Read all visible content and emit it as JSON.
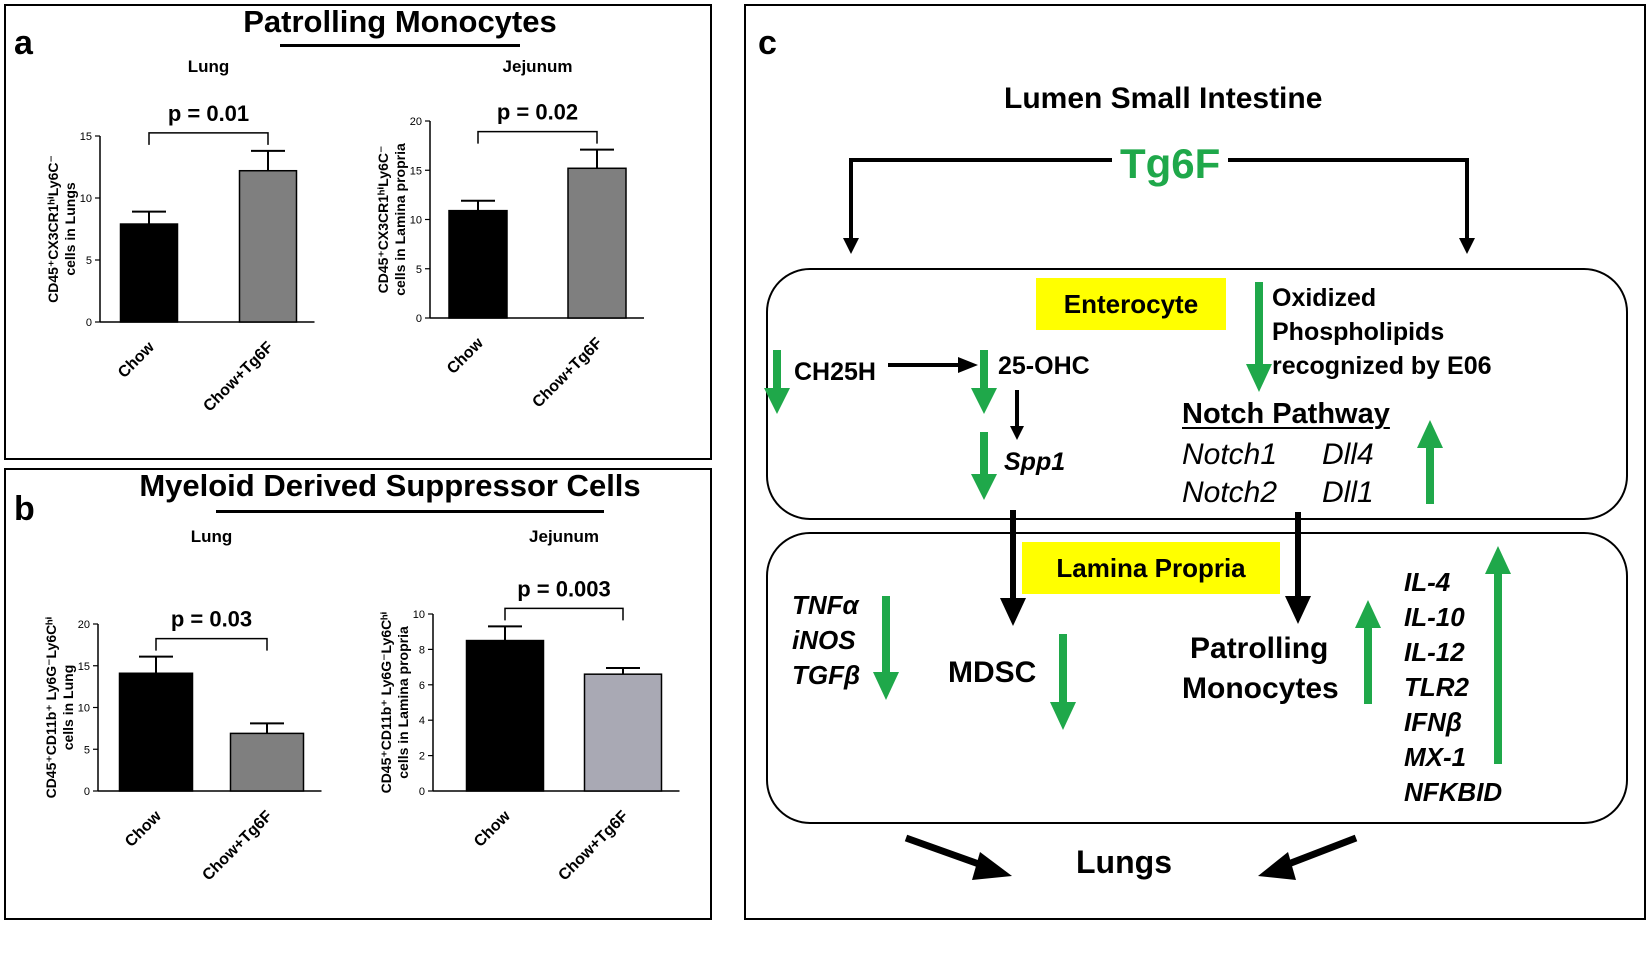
{
  "panels": {
    "a": {
      "label": "a",
      "title": "Patrolling Monocytes"
    },
    "b": {
      "label": "b",
      "title": "Myeloid Derived Suppressor Cells"
    },
    "c": {
      "label": "c",
      "lumen": "Lumen Small Intestine",
      "tg6f": "Tg6F",
      "enterocyte": "Enterocyte",
      "oxidized": [
        "Oxidized",
        "Phospholipids",
        "recognized by E06"
      ],
      "ch25h": "CH25H",
      "ohc": "25-OHC",
      "spp1": "Spp1",
      "notch_title": "Notch Pathway",
      "notch_genes": [
        "Notch1",
        "Dll4",
        "Notch2",
        "Dll1"
      ],
      "lamina": "Lamina Propria",
      "cytokines_down": [
        "TNFα",
        "iNOS",
        "TGFβ"
      ],
      "mdsc": "MDSC",
      "patrolling": [
        "Patrolling",
        "Monocytes"
      ],
      "genes_up": [
        "IL-4",
        "IL-10",
        "IL-12",
        "TLR2",
        "IFNβ",
        "MX-1",
        "NFKBID"
      ],
      "lungs": "Lungs",
      "colors": {
        "green": "#1fa84a",
        "yellow": "#ffff00",
        "black": "#000000"
      }
    }
  },
  "chart_data": [
    {
      "type": "bar",
      "panel": "a",
      "title": "Lung",
      "categories": [
        "Chow",
        "Chow+Tg6F"
      ],
      "values": [
        7.9,
        12.2
      ],
      "errors": [
        1.0,
        1.6
      ],
      "colors": [
        "#000000",
        "#7f7f7f"
      ],
      "ylabel_main": "CD45⁺CX3CR1ʰⁱLy6C⁻",
      "ylabel_sub": "cells in Lungs",
      "ylim": [
        0,
        15
      ],
      "yticks": [
        0,
        5,
        10,
        15
      ],
      "pvalue": "p = 0.01"
    },
    {
      "type": "bar",
      "panel": "a",
      "title": "Jejunum",
      "categories": [
        "Chow",
        "Chow+Tg6F"
      ],
      "values": [
        10.9,
        15.2
      ],
      "errors": [
        1.0,
        1.9
      ],
      "colors": [
        "#000000",
        "#7f7f7f"
      ],
      "ylabel_main": "CD45⁺CX3CR1ʰⁱLy6C⁻",
      "ylabel_sub": "cells in Lamina propria",
      "ylim": [
        0,
        20
      ],
      "yticks": [
        0,
        5,
        10,
        15,
        20
      ],
      "pvalue": "p = 0.02"
    },
    {
      "type": "bar",
      "panel": "b",
      "title": "Lung",
      "categories": [
        "Chow",
        "Chow+Tg6F"
      ],
      "values": [
        14.1,
        6.9
      ],
      "errors": [
        2.0,
        1.2
      ],
      "colors": [
        "#000000",
        "#7f7f7f"
      ],
      "ylabel_main": "CD45⁺CD11b⁺ Ly6G⁻Ly6Cʰⁱ",
      "ylabel_sub": "cells in Lung",
      "ylim": [
        0,
        20
      ],
      "yticks": [
        0,
        5,
        10,
        15,
        20
      ],
      "pvalue": "p = 0.03"
    },
    {
      "type": "bar",
      "panel": "b",
      "title": "Jejunum",
      "categories": [
        "Chow",
        "Chow+Tg6F"
      ],
      "values": [
        8.5,
        6.6
      ],
      "errors": [
        0.8,
        0.35
      ],
      "colors": [
        "#000000",
        "#a9a9b4"
      ],
      "ylabel_main": "CD45⁺CD11b⁺ Ly6G⁻Ly6Cʰⁱ",
      "ylabel_sub": "cells in Lamina propria",
      "ylim": [
        0,
        10
      ],
      "yticks": [
        0,
        2,
        4,
        6,
        8,
        10
      ],
      "pvalue": "p = 0.003"
    }
  ]
}
